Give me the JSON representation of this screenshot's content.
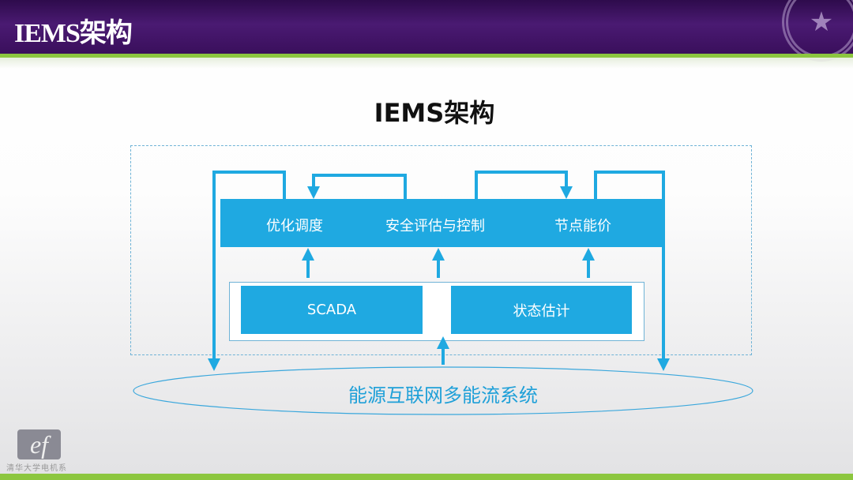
{
  "header": {
    "title": "IEMS架构",
    "seal_text": "★"
  },
  "slide": {
    "title": "IEMS架构",
    "top_bar": {
      "items": [
        "优化调度",
        "安全评估与控制",
        "节点能价"
      ]
    },
    "boxes": [
      "SCADA",
      "状态估计"
    ],
    "system_label": "能源互联网多能流系统"
  },
  "footer": {
    "logo_mark": "ef",
    "logo_text": "清华大学电机系"
  },
  "colors": {
    "header": "#3d1260",
    "accent_green": "#8cc63f",
    "diagram_blue": "#1fa9e1"
  }
}
